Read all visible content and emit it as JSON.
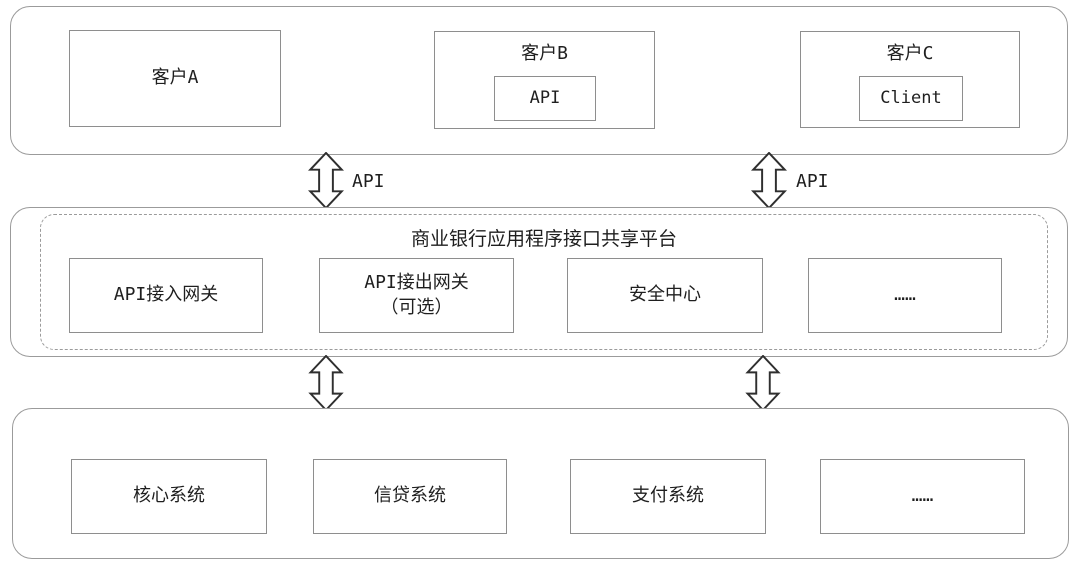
{
  "colors": {
    "background": "#ffffff",
    "container_border": "#9b9b9b",
    "box_border": "#8e8e8e",
    "arrow_outline": "#2f2f2f",
    "text": "#1f1f1f"
  },
  "layers": {
    "clients": {
      "boxes": [
        {
          "label": "客户A"
        },
        {
          "label": "客户B",
          "inner_label": "API"
        },
        {
          "label": "客户C",
          "inner_label": "Client"
        }
      ]
    },
    "platform": {
      "title": "商业银行应用程序接口共享平台",
      "boxes": [
        {
          "label": "API接入网关"
        },
        {
          "label": "API接出网关",
          "label2": "（可选）"
        },
        {
          "label": "安全中心"
        },
        {
          "label": "……"
        }
      ]
    },
    "backends": {
      "boxes": [
        {
          "label": "核心系统"
        },
        {
          "label": "信贷系统"
        },
        {
          "label": "支付系统"
        },
        {
          "label": "……"
        }
      ]
    }
  },
  "arrows": {
    "top_left": {
      "label": "API"
    },
    "top_right": {
      "label": "API"
    }
  }
}
